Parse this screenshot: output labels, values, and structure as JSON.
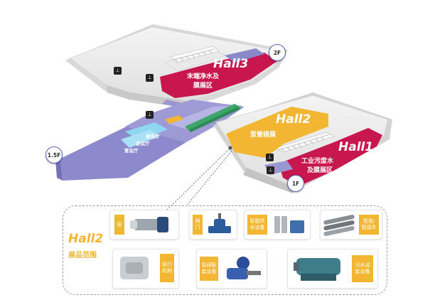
{
  "halls": {
    "hall3": {
      "name": "Hall3",
      "desc_line1": "末端净水及",
      "desc_line2": "膜展区",
      "floor": "2F"
    },
    "hall2": {
      "name": "Hall2",
      "desc": "泵管阀展"
    },
    "hall1": {
      "name": "Hall1",
      "desc_line1": "工业污废水",
      "desc_line2": "及膜展区",
      "floor": "1F"
    },
    "corridor": {
      "floor": "1.5F",
      "label_a": "报告厅",
      "label_b": "会议厅",
      "label_c": "宴会厅"
    }
  },
  "legend": {
    "title": "Hall2",
    "subtitle": "展品范围",
    "items": [
      {
        "id": "pump",
        "label": "泵"
      },
      {
        "id": "valve",
        "label_line1": "阀",
        "label_line2": "门"
      },
      {
        "id": "smart",
        "label_line1": "智能供",
        "label_line2": "水设备"
      },
      {
        "id": "pipe",
        "label_line1": "管道/",
        "label_line2": "管接件"
      },
      {
        "id": "actuator",
        "label_line1": "执行",
        "label_line2": "机构"
      },
      {
        "id": "pumpaux",
        "label_line1": "泵阀配",
        "label_line2": "套设备"
      },
      {
        "id": "sewage",
        "label_line1": "污水成",
        "label_line2": "套设备"
      }
    ]
  },
  "colors": {
    "magenta": "#c8174f",
    "yellow": "#f2b632",
    "purple": "#8b88c8",
    "green": "#3fa66b",
    "cyan": "#8fd6f0"
  }
}
